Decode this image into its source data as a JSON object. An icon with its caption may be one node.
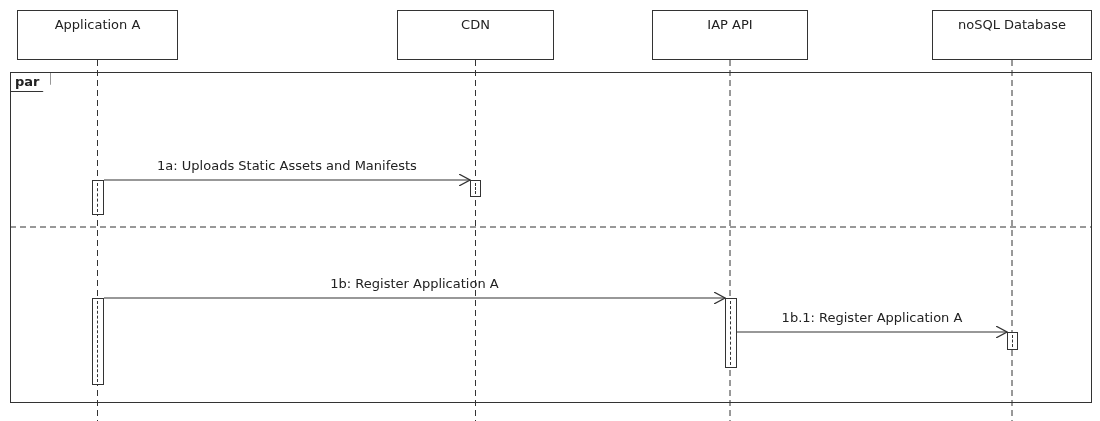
{
  "diagram": {
    "nodes": [
      {
        "text": [
          "Application A"
        ]
      },
      {
        "text": [
          "CDN"
        ]
      },
      {
        "text": [
          "IAP API"
        ]
      },
      {
        "text": [
          "noSQL Database"
        ]
      },
      {
        "text": [
          "par"
        ]
      },
      {
        "text": [],
        "shape": "bar",
        "in": 4
      },
      {
        "text": [],
        "shape": "bar",
        "in": 4
      },
      {
        "text": [],
        "shape": "bar",
        "in": 4
      },
      {
        "text": [],
        "shape": "bar",
        "in": 4
      },
      {
        "text": [],
        "shape": "bar",
        "in": 4
      }
    ],
    "edges": [
      {
        "from": 5,
        "to": 6,
        "arrow": "to",
        "label": "1a: Uploads Static Assets and Manifests"
      },
      {
        "from": 7,
        "to": 8,
        "arrow": "to",
        "label": "1b: Register Application A"
      },
      {
        "from": 8,
        "to": 9,
        "arrow": "to",
        "label": "1b.1: Register Application A"
      }
    ]
  }
}
